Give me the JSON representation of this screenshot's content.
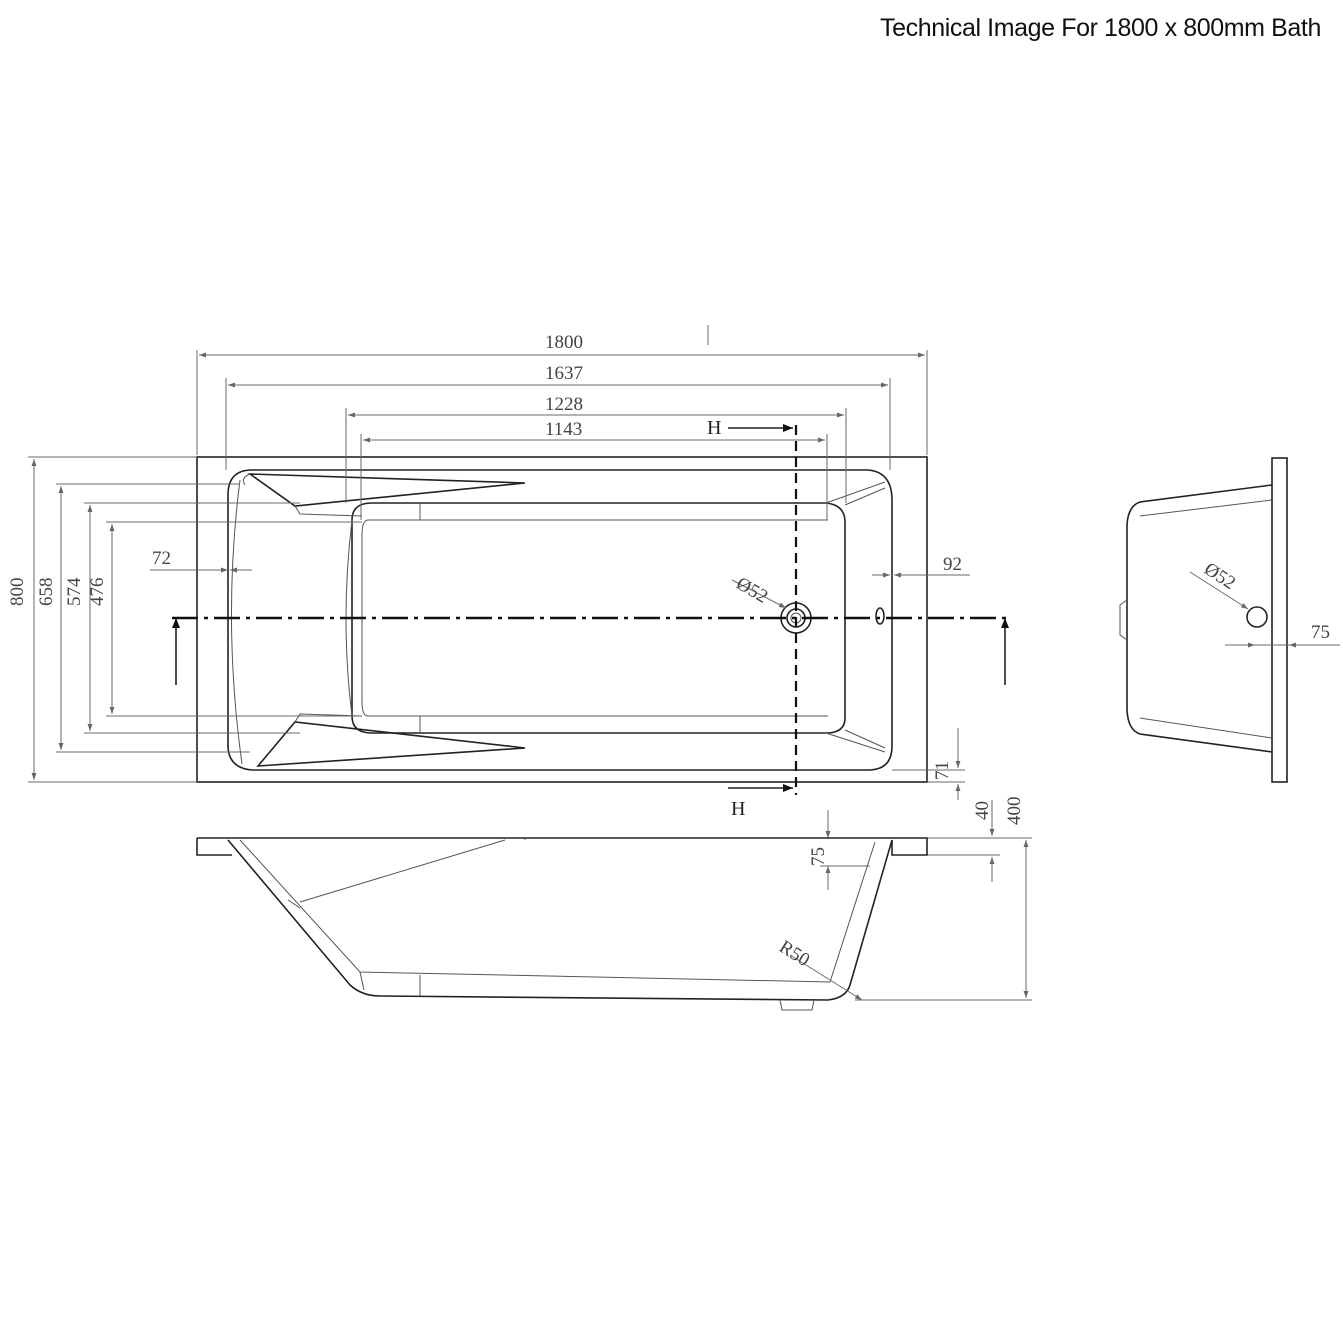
{
  "title": "Technical Image For 1800 x 800mm Bath",
  "dimensions": {
    "length_overall": "1800",
    "length_inner_rim": "1637",
    "length_base_outer": "1228",
    "length_base_inner": "1143",
    "width_overall": "800",
    "width_inner_rim": "658",
    "width_base_outer": "574",
    "width_base_inner": "476",
    "rim_left": "72",
    "rim_right": "92",
    "rim_bottom": "71",
    "rim_height": "40",
    "depth_overall": "400",
    "lip_depth": "75",
    "waste_diameter": "Ø52",
    "corner_radius": "R50",
    "end_waste_diameter": "Ø52",
    "end_waste_offset": "75"
  },
  "section_labels": {
    "top": "H",
    "bottom": "H"
  }
}
